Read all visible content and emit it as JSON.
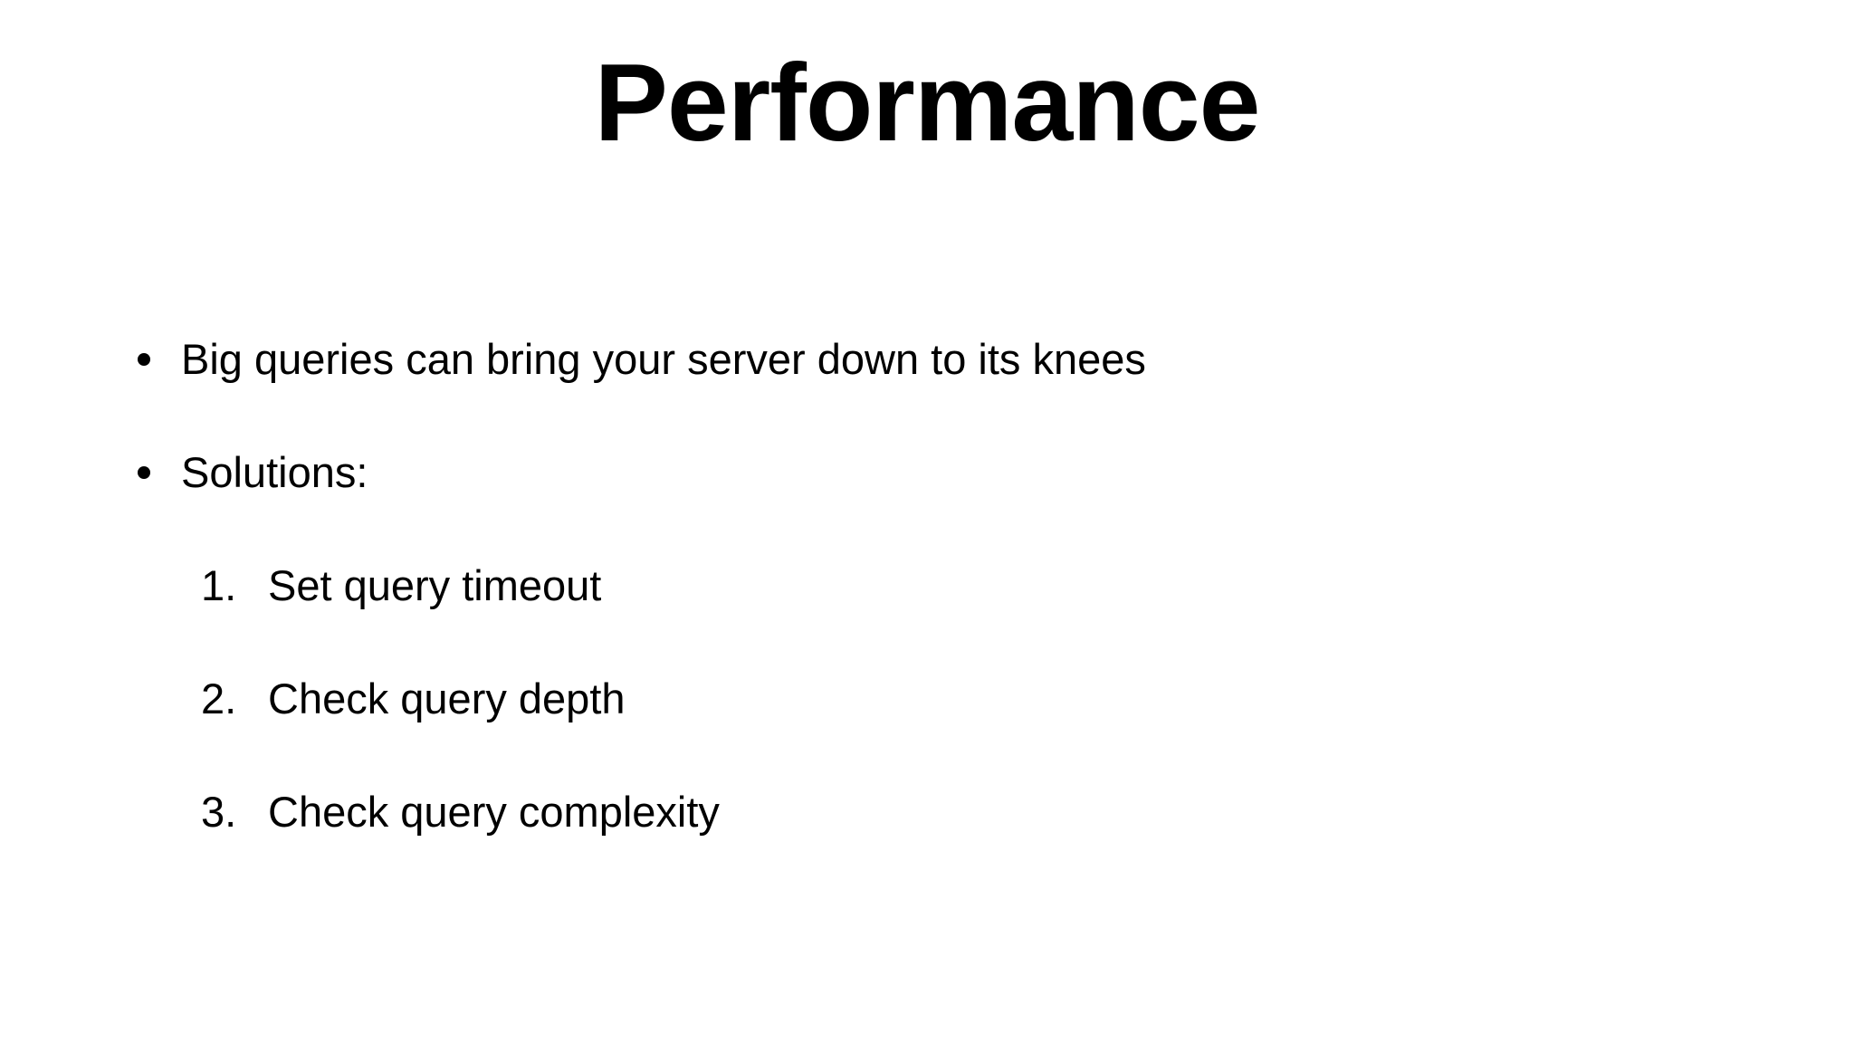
{
  "slide": {
    "title": "Performance",
    "background_color": "#ffffff",
    "text_color": "#000000",
    "bullets": [
      {
        "marker": "bullet-dot",
        "text": "Big queries can bring your server down to its knees"
      },
      {
        "marker": "bullet-dot",
        "text": "Solutions:"
      }
    ],
    "numbered_items": [
      {
        "number": "1.",
        "text": "Set query timeout"
      },
      {
        "number": "2.",
        "text": "Check query depth"
      },
      {
        "number": "3.",
        "text": "Check query complexity"
      }
    ]
  }
}
